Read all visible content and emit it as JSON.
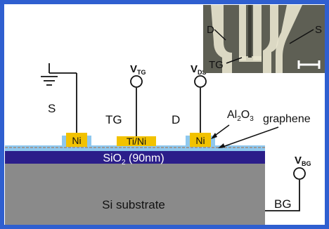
{
  "labels": {
    "source_left": "S",
    "topgate_left": "TG",
    "drain_left": "D",
    "vtg_main": "V",
    "vtg_sub": "TG",
    "vds_main": "V",
    "vds_sub": "DS",
    "vbg_main": "V",
    "vbg_sub": "BG",
    "al2o3_main": "Al",
    "al2o3_sub": "2",
    "al2o3_end": "O",
    "al2o3_sub2": "3",
    "graphene": "graphene",
    "ni_left": "Ni",
    "tini": "Ti/Ni",
    "ni_right": "Ni",
    "sio2_main": "SiO",
    "sio2_sub": "2",
    "sio2_rest": " (90nm)",
    "substrate": "Si substrate",
    "backgate": "BG",
    "inset_d": "D",
    "inset_s": "S",
    "inset_tg": "TG"
  },
  "colors": {
    "frame": "#2f5fd0",
    "oxide_blue": "#8ec8ef",
    "sio2": "#2b1e8a",
    "substrate": "#8a8a8a",
    "contact": "#f2c200",
    "graphene": "#b8b8b8",
    "inset_bg": "#5e5f54",
    "inset_metal": "#e9e6cf"
  }
}
